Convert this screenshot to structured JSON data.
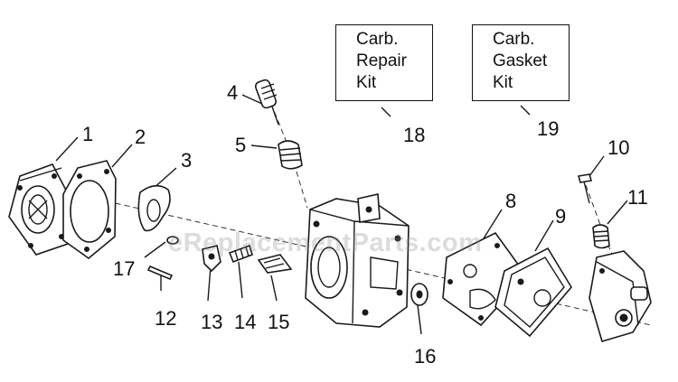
{
  "kits": {
    "repair": {
      "lines": [
        "Carb.",
        "Repair",
        "Kit"
      ],
      "number": "18"
    },
    "gasket": {
      "lines": [
        "Carb.",
        "Gasket",
        "Kit"
      ],
      "number": "19"
    }
  },
  "callouts": {
    "c1": "1",
    "c2": "2",
    "c3": "3",
    "c4": "4",
    "c5": "5",
    "c8": "8",
    "c9": "9",
    "c10": "10",
    "c11": "11",
    "c12": "12",
    "c13": "13",
    "c14": "14",
    "c15": "15",
    "c16": "16",
    "c17": "17"
  },
  "watermark": "eReplacementParts.com"
}
